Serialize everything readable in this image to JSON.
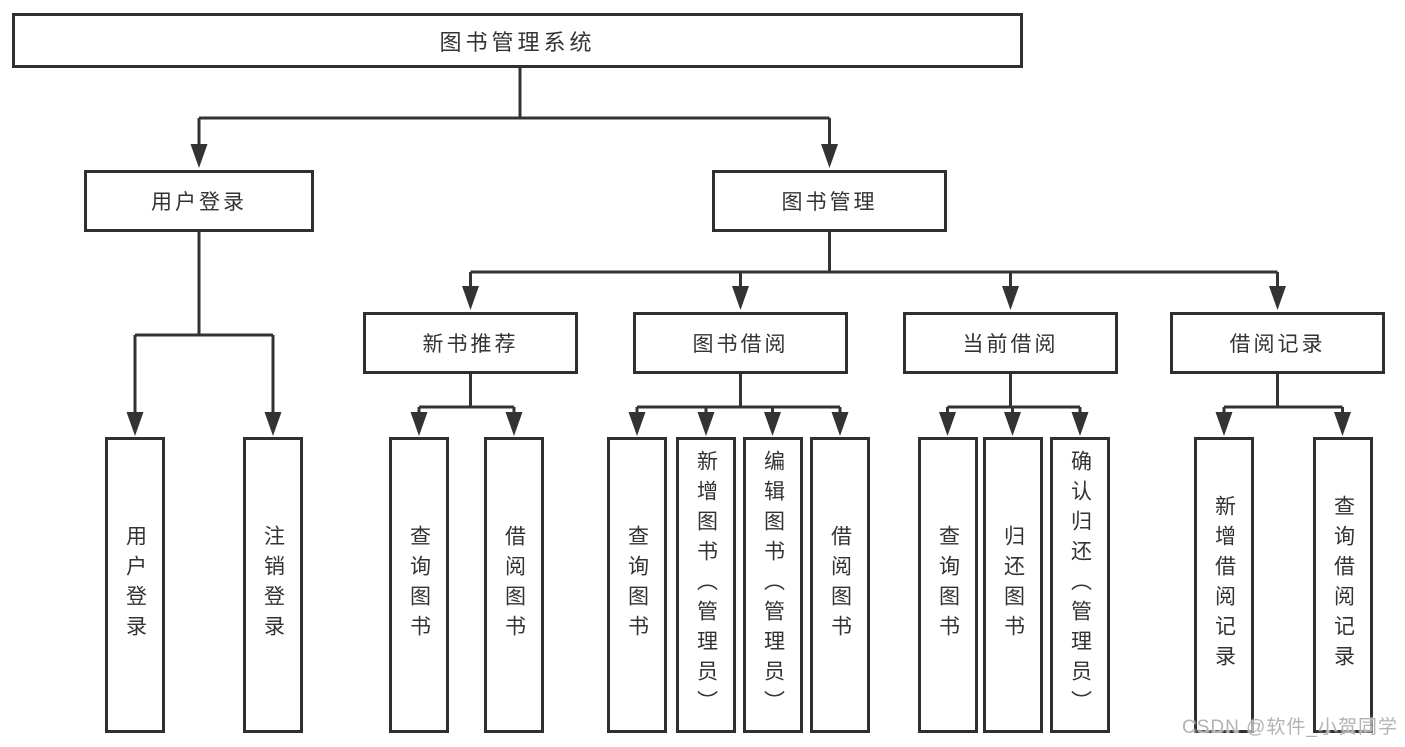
{
  "diagram_type": "hierarchy-tree",
  "watermark": "CSDN @软件_小贺同学",
  "colors": {
    "line": "#333333",
    "box_border": "#2f2f2f",
    "box_fill": "#ffffff",
    "text": "#333333",
    "watermark": "#b3b3b3"
  },
  "tree": {
    "label": "图书管理系统",
    "children": [
      {
        "label": "用户登录",
        "children": [
          {
            "label": "用户登录"
          },
          {
            "label": "注销登录"
          }
        ]
      },
      {
        "label": "图书管理",
        "children": [
          {
            "label": "新书推荐",
            "children": [
              {
                "label": "查询图书"
              },
              {
                "label": "借阅图书"
              }
            ]
          },
          {
            "label": "图书借阅",
            "children": [
              {
                "label": "查询图书"
              },
              {
                "label": "新增图书（管理员）"
              },
              {
                "label": "编辑图书（管理员）"
              },
              {
                "label": "借阅图书"
              }
            ]
          },
          {
            "label": "当前借阅",
            "children": [
              {
                "label": "查询图书"
              },
              {
                "label": "归还图书"
              },
              {
                "label": "确认归还（管理员）"
              }
            ]
          },
          {
            "label": "借阅记录",
            "children": [
              {
                "label": "新增借阅记录"
              },
              {
                "label": "查询借阅记录"
              }
            ]
          }
        ]
      }
    ]
  }
}
